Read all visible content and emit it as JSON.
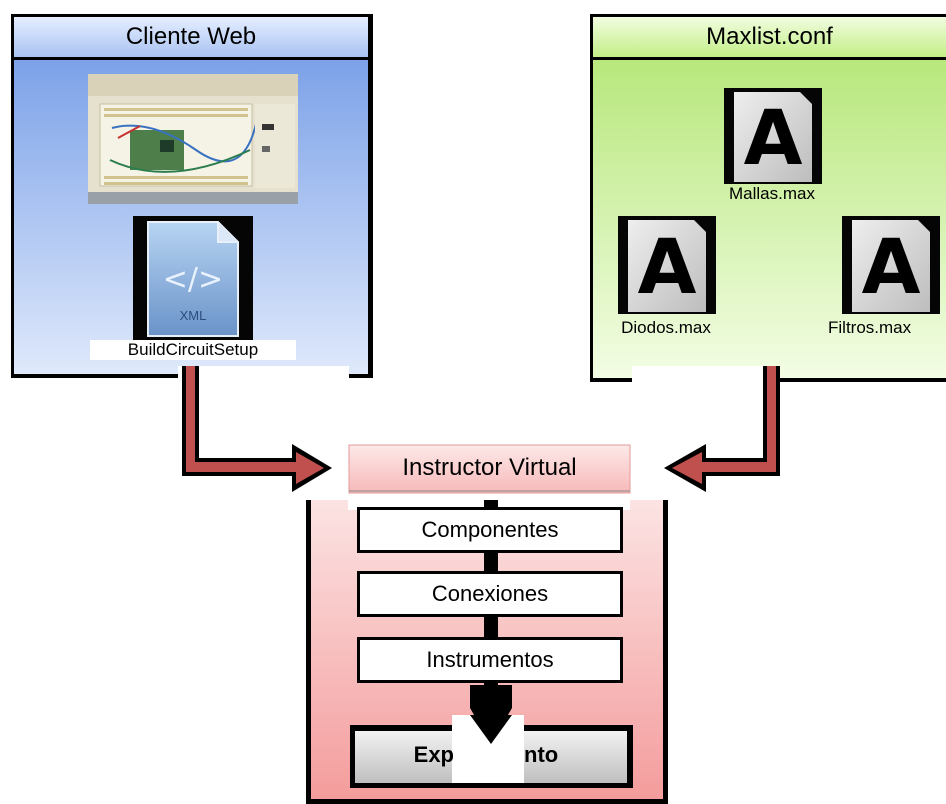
{
  "left_panel": {
    "title": "Cliente Web",
    "xml_file_label": "BuildCircuitSetup",
    "xml_icon_text": "XML",
    "xml_icon_glyph": "</>"
  },
  "right_panel": {
    "title": "Maxlist.conf",
    "files": [
      {
        "label": "Mallas.max",
        "icon_letter": "A"
      },
      {
        "label": "Diodos.max",
        "icon_letter": "A"
      },
      {
        "label": "Filtros.max",
        "icon_letter": "A"
      }
    ]
  },
  "center_panel": {
    "title": "Instructor Virtual",
    "steps": [
      "Componentes",
      "Conexiones",
      "Instrumentos"
    ],
    "final_visible_left": "Exp",
    "final_visible_right": "nto"
  },
  "colors": {
    "left_fill": "#9ab8ee",
    "right_fill": "#cdf29a",
    "center_fill": "#f5a5a5",
    "arrow_fill": "#c0504d"
  }
}
